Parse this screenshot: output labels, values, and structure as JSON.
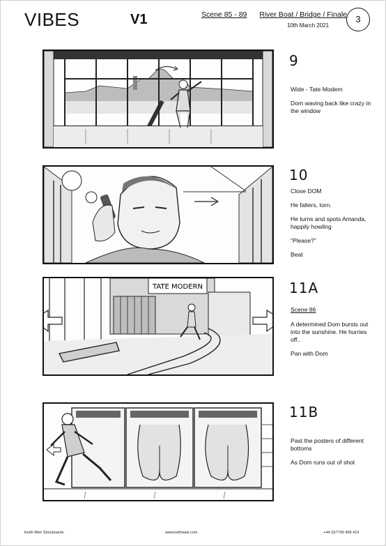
{
  "header": {
    "title": "VIBES",
    "version": "V1",
    "scene_range": "Scene 85 - 89",
    "locations": "River Boat / Bridge / Finale",
    "date": "10th March 2021",
    "page_number": "3"
  },
  "panels": [
    {
      "shot": "9",
      "notes": [
        "Wide - Tate Modern",
        "Dom waving back like crazy in the window"
      ]
    },
    {
      "shot": "10",
      "notes": [
        "Close DOM",
        "He falters, torn.",
        "He turns and spots Amanda, happily howling",
        "“Please?”",
        "Beat"
      ]
    },
    {
      "shot": "11A",
      "subheading": "Scene 86",
      "sign": "TATE MODERN",
      "notes": [
        "A determined Dom bursts out into the sunshine. He hurries off..",
        "Pan with Dom"
      ]
    },
    {
      "shot": "11B",
      "notes": [
        "Past the posters of different bottoms",
        "As Dom runs out of shot"
      ]
    }
  ],
  "footer": {
    "studio": "Keith Weir Storyboards",
    "website": "www.keithweir.com",
    "phone": "+44 (0)7799 458 419"
  }
}
